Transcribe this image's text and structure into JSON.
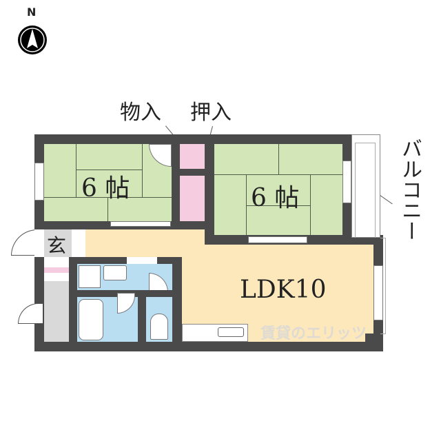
{
  "compass": {
    "label": "N",
    "icon": "north-arrow-icon"
  },
  "rooms": {
    "west_room": {
      "label": "6 帖",
      "type": "tatami"
    },
    "east_room": {
      "label": "6 帖",
      "type": "tatami"
    },
    "ldk": {
      "label": "LDK10"
    },
    "genkan": {
      "label": "玄"
    },
    "storage_mono": {
      "label": "物入"
    },
    "storage_oshi": {
      "label": "押入"
    },
    "balcony": {
      "label": "バルコニー"
    }
  },
  "watermark": {
    "text": "賃貸のエリッツ"
  },
  "colors": {
    "wall": "#4a4a4a",
    "tatami": "#d2e6b8",
    "storage": "#f6cde0",
    "ldk": "#fde8bc",
    "wet_area": "#b9def2",
    "genkan": "#d9d9d9"
  }
}
